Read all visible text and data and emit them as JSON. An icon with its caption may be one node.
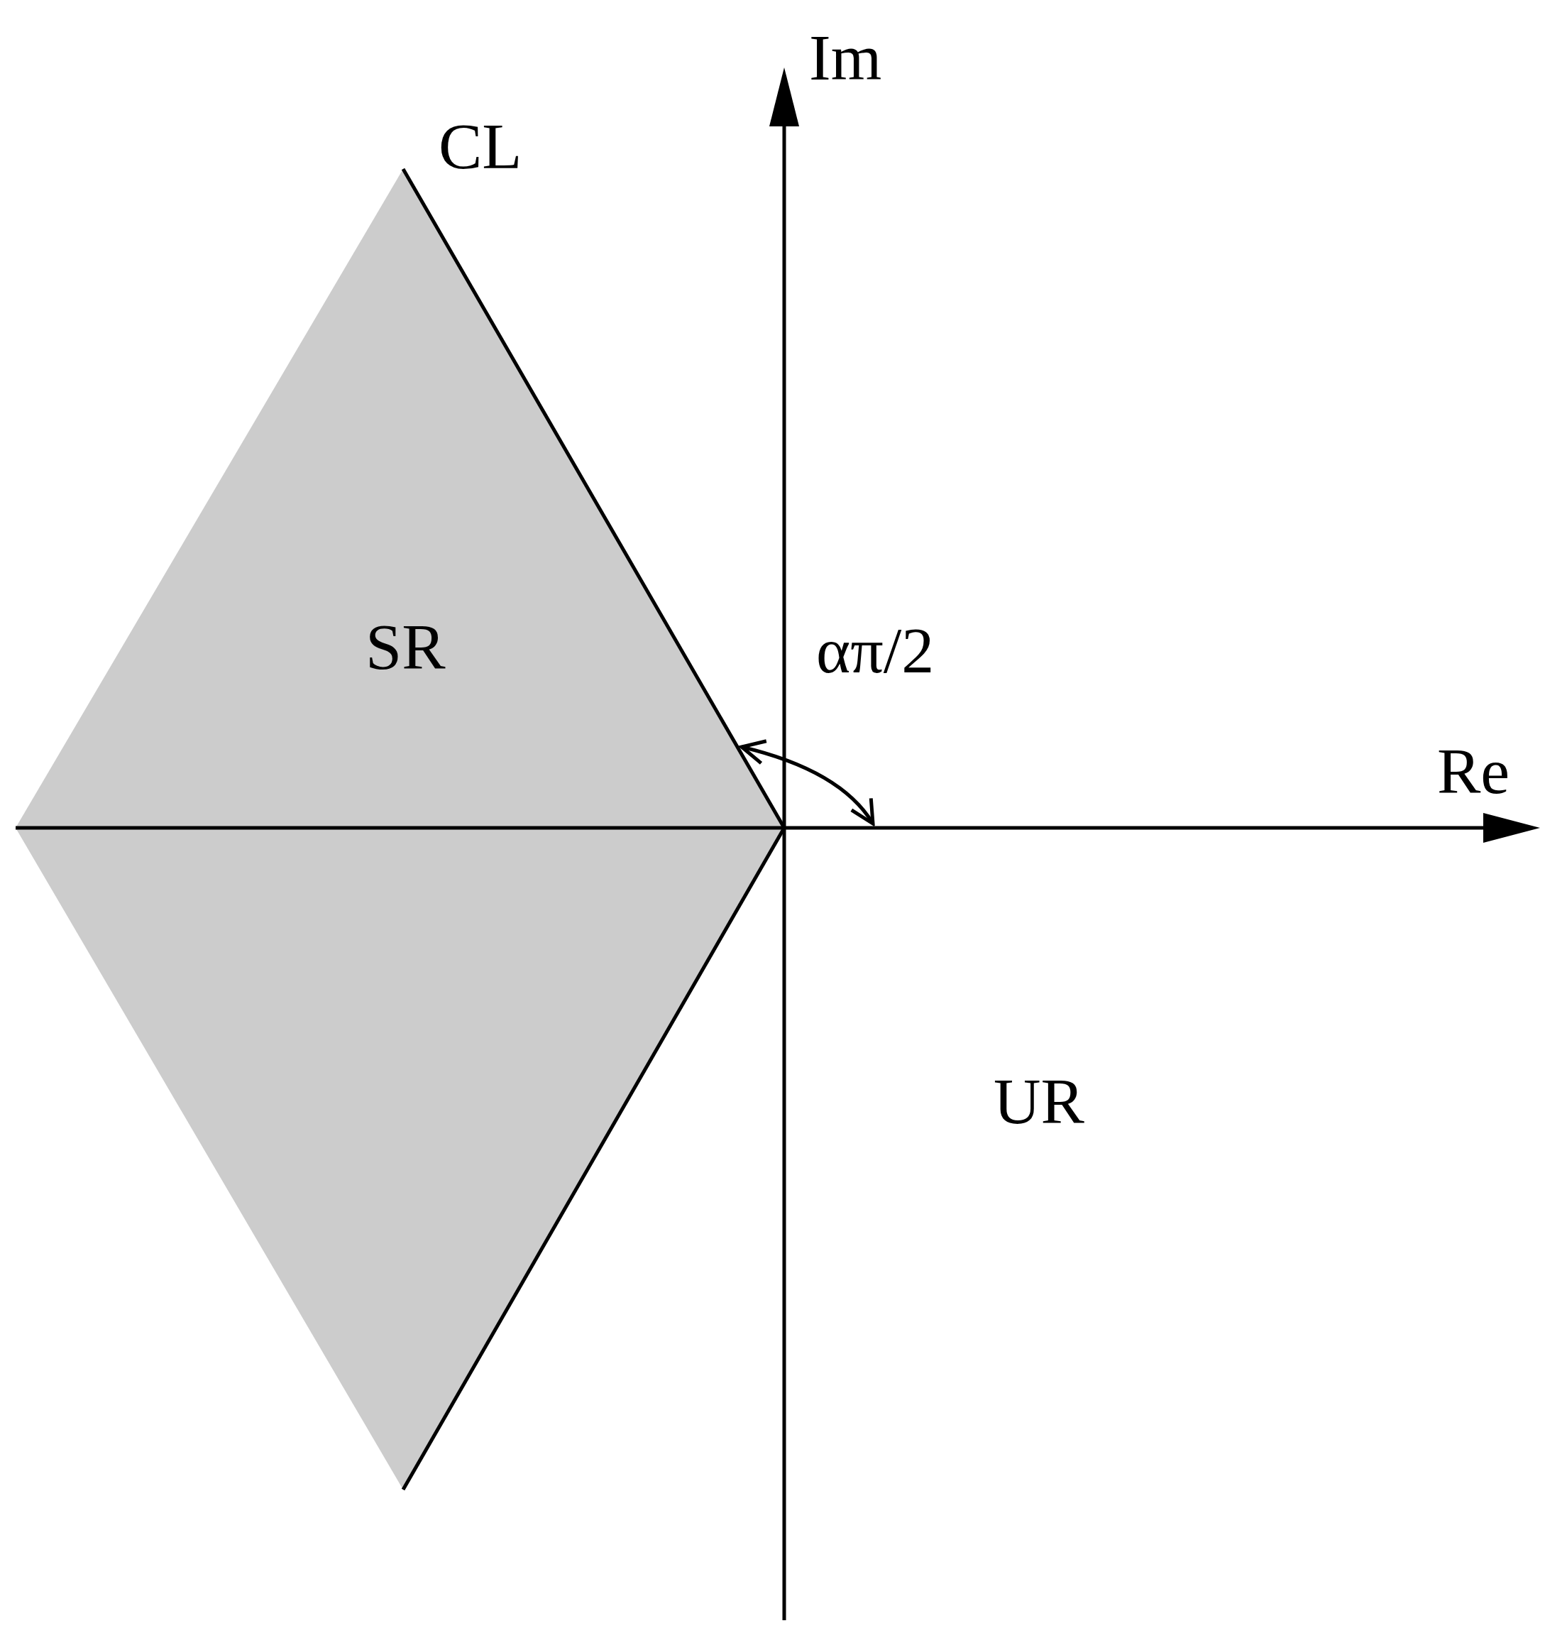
{
  "diagram": {
    "labels": [
      "Im",
      "CL",
      "SR",
      "απ/2",
      "Re",
      "UR"
    ]
  }
}
